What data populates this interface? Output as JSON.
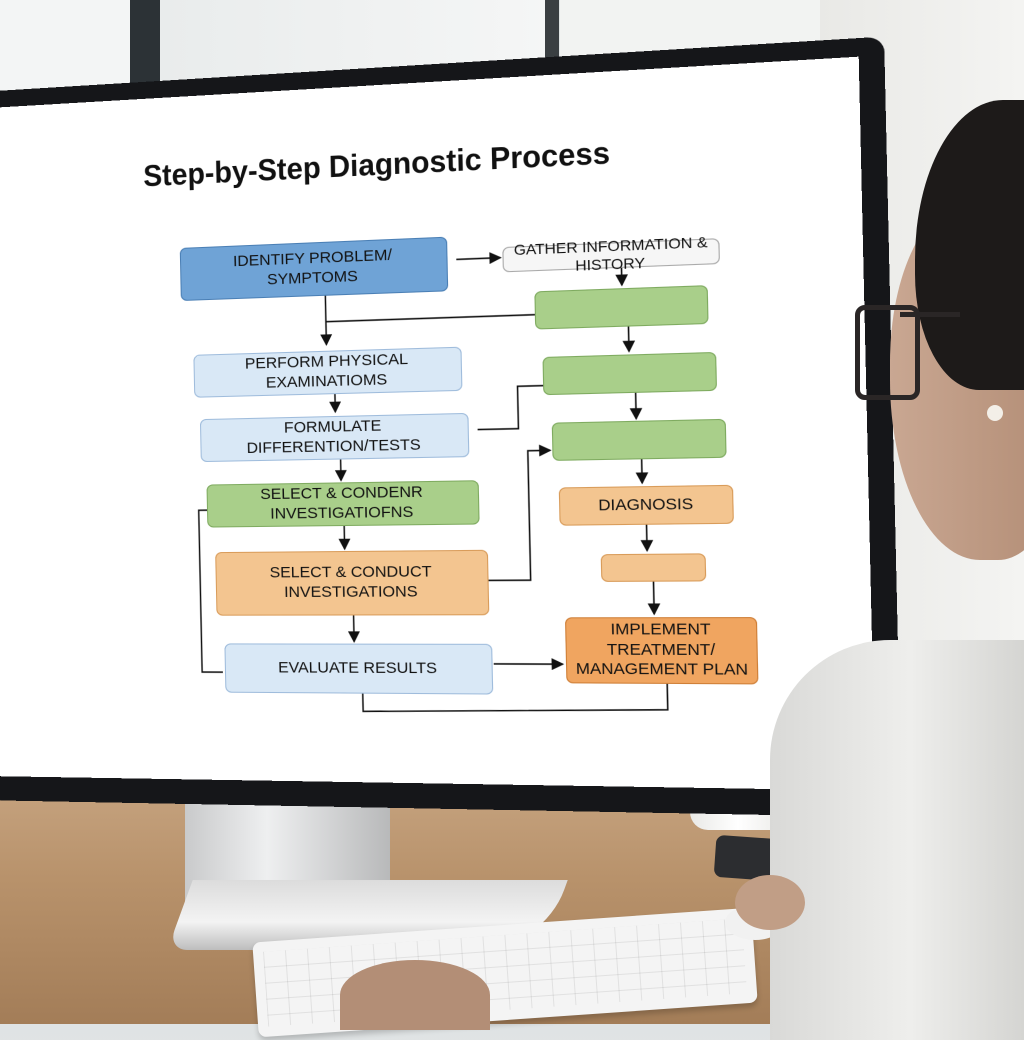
{
  "diagram": {
    "title": "Step-by-Step Diagnostic Process",
    "nodes": {
      "identify": "IDENTIFY PROBLEM/ SYMPTOMS",
      "gather": "GATHER INFORMATION & HISTORY",
      "green1": "",
      "physical": "PERFORM PHYSICAL EXAMINATIOMS",
      "green2": "",
      "formulate": "FORMULATE DIFFERENTION/TESTS",
      "green3": "",
      "select_green": "SELECT & CONDENR INVESTIGATIOFNS",
      "diagnosis": "DIAGNOSIS",
      "select_orange": "SELECT & CONDUCT INVESTIGATIONS",
      "small_orange": "",
      "evaluate": "EVALUATE RESULTS",
      "implement": "IMPLEMENT TREATMENT/ MANAGEMENT PLAN"
    }
  },
  "colors": {
    "blue_dark": "#6fa3d6",
    "blue_light": "#d9e8f6",
    "green": "#a9cf8a",
    "orange_light": "#f3c590",
    "orange": "#f0a560"
  }
}
